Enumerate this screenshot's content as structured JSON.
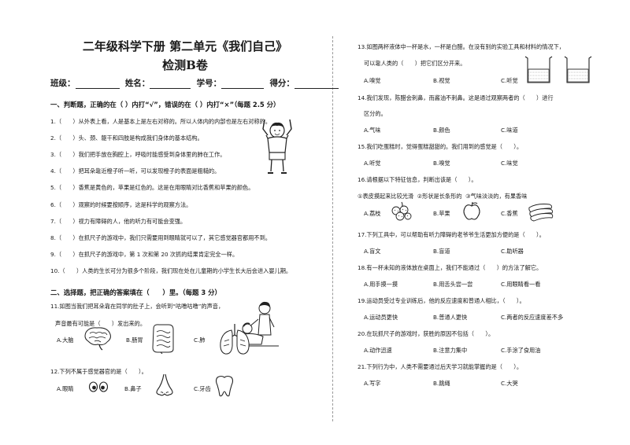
{
  "header": {
    "title": "二年级科学下册 第二单元《我们自己》",
    "subtitle": "检测B卷",
    "fields": [
      "班级：",
      "姓名：",
      "学号：",
      "得分："
    ]
  },
  "section1": {
    "heading": "一、判断题，正确的在（ ）内打“√”，错误的在（ ）内打“×”（每题 2.5 分）",
    "items": [
      "1.（　　）从外表上看，人是基本上是左右对称的。所以人体内的内部也是左右对称的。",
      "2.（　　）头、颈、躯干和四肢是构成我们身体的基本结构。",
      "3.（　　）我们把手放在胸腔上，呼吸时能感受到身体里的肺在工作。",
      "4.（　　）把耳朵靠近橙子听一听，可以发现橙子的表面是粗糙的。",
      "5.（　　）香蕉是黄色的，苹果是红色的。这是在用眼睛对比香蕉和苹果的颜色。",
      "6.（　　）观察的时候要按顺序，这是科学的观察方法。",
      "7.（　　）视力有障碍的人，他的听力有可能会变强。",
      "8.（　　）在抓尺子的游戏中，我们只需要用到眼睛就可以了，其它感觉器官都用不到。",
      "9.（　　）在抓尺子的游戏中，第 1 次和第 20 次抓的结果肯定完全一样。",
      "10.（　　）人类的生长可分为很多个阶段，我们现在处在儿童期的小学生长大后会进入婴儿期。"
    ]
  },
  "section2": {
    "heading": "二、选择题，把正确的答案填在（　　）里。（每题 3 分）",
    "q11": {
      "line1": "11.如图当我们把耳朵靠在同学的肚子上，会听到“咕噜咕噜”的声音，",
      "line2": "声音最有可能是（　　）发出来的。",
      "options": [
        "A.大脑",
        "B.肠胃",
        "C.肺"
      ]
    },
    "q12": {
      "line1": "12.下列不属于感觉器官的是（　　）。",
      "options": [
        "A.眼睛",
        "B.鼻子",
        "C.牙齿"
      ]
    }
  },
  "right": {
    "q13": {
      "line1": "13.如图两杯液体中一杯是水，一杯是白醋。在没有别的实验工具和材料的情况下，",
      "line2": "可以靠人类的（　　）把它们区分开来。",
      "options": [
        "A.嗅觉",
        "B.视觉",
        "C.听觉"
      ]
    },
    "q14": {
      "line1": "14.我们发现，陈醋会刺鼻，而酱油不刺鼻。这是通过观察两者的（　　）进行",
      "line2": "区分的。",
      "options": [
        "A.气味",
        "B.颜色",
        "C.味道"
      ]
    },
    "q15": {
      "line1": "15.我们吃蛋糕时，觉得蛋糕甜甜的。我们用到的感觉是（　　）。",
      "options": [
        "A.听觉",
        "B.嗅觉",
        "C.味觉"
      ]
    },
    "q16": {
      "line1": "16.请根据以下特征信息，判断出该是（　　）。",
      "clues": [
        "①表皮摸起来比较光滑",
        "②形状是长条形的",
        "③气味淡淡的，有果香味"
      ],
      "options": [
        "A.荔枝",
        "B.苹果",
        "C.香蕉"
      ]
    },
    "q17": {
      "line1": "17.下列工具中，可以帮助有听力障碍的老爷爷生活更加方便的是（　　）。",
      "options": [
        "A.盲文",
        "B.盲道",
        "C.助听器"
      ]
    },
    "q18": {
      "line1": "18.有一杯未知的液体放在桌面上，我们不能通过（　　）的方法了解它。",
      "options": [
        "A.用手摸一摸",
        "B.用舌头尝一尝",
        "C.用眼睛看一看"
      ]
    },
    "q19": {
      "line1": "19.运动员受过专业训练后，他的反应速度和普通人相比，（　　）。",
      "options": [
        "A.运动员更快",
        "B.普通人更快",
        "C.两者的反应速度差不多"
      ]
    },
    "q20": {
      "line1": "20.在玩抓尺子的游戏时，获胜的原因不包括（　　）。",
      "options": [
        "A.动作迅速",
        "B.注意力集中",
        "C.手涂了食用油"
      ]
    },
    "q21": {
      "line1": "21.下列行为中，人类不需要通过后天学习就能掌握的是（　　）。",
      "options": [
        "A.写字",
        "B.跳绳",
        "C.大哭"
      ]
    }
  }
}
